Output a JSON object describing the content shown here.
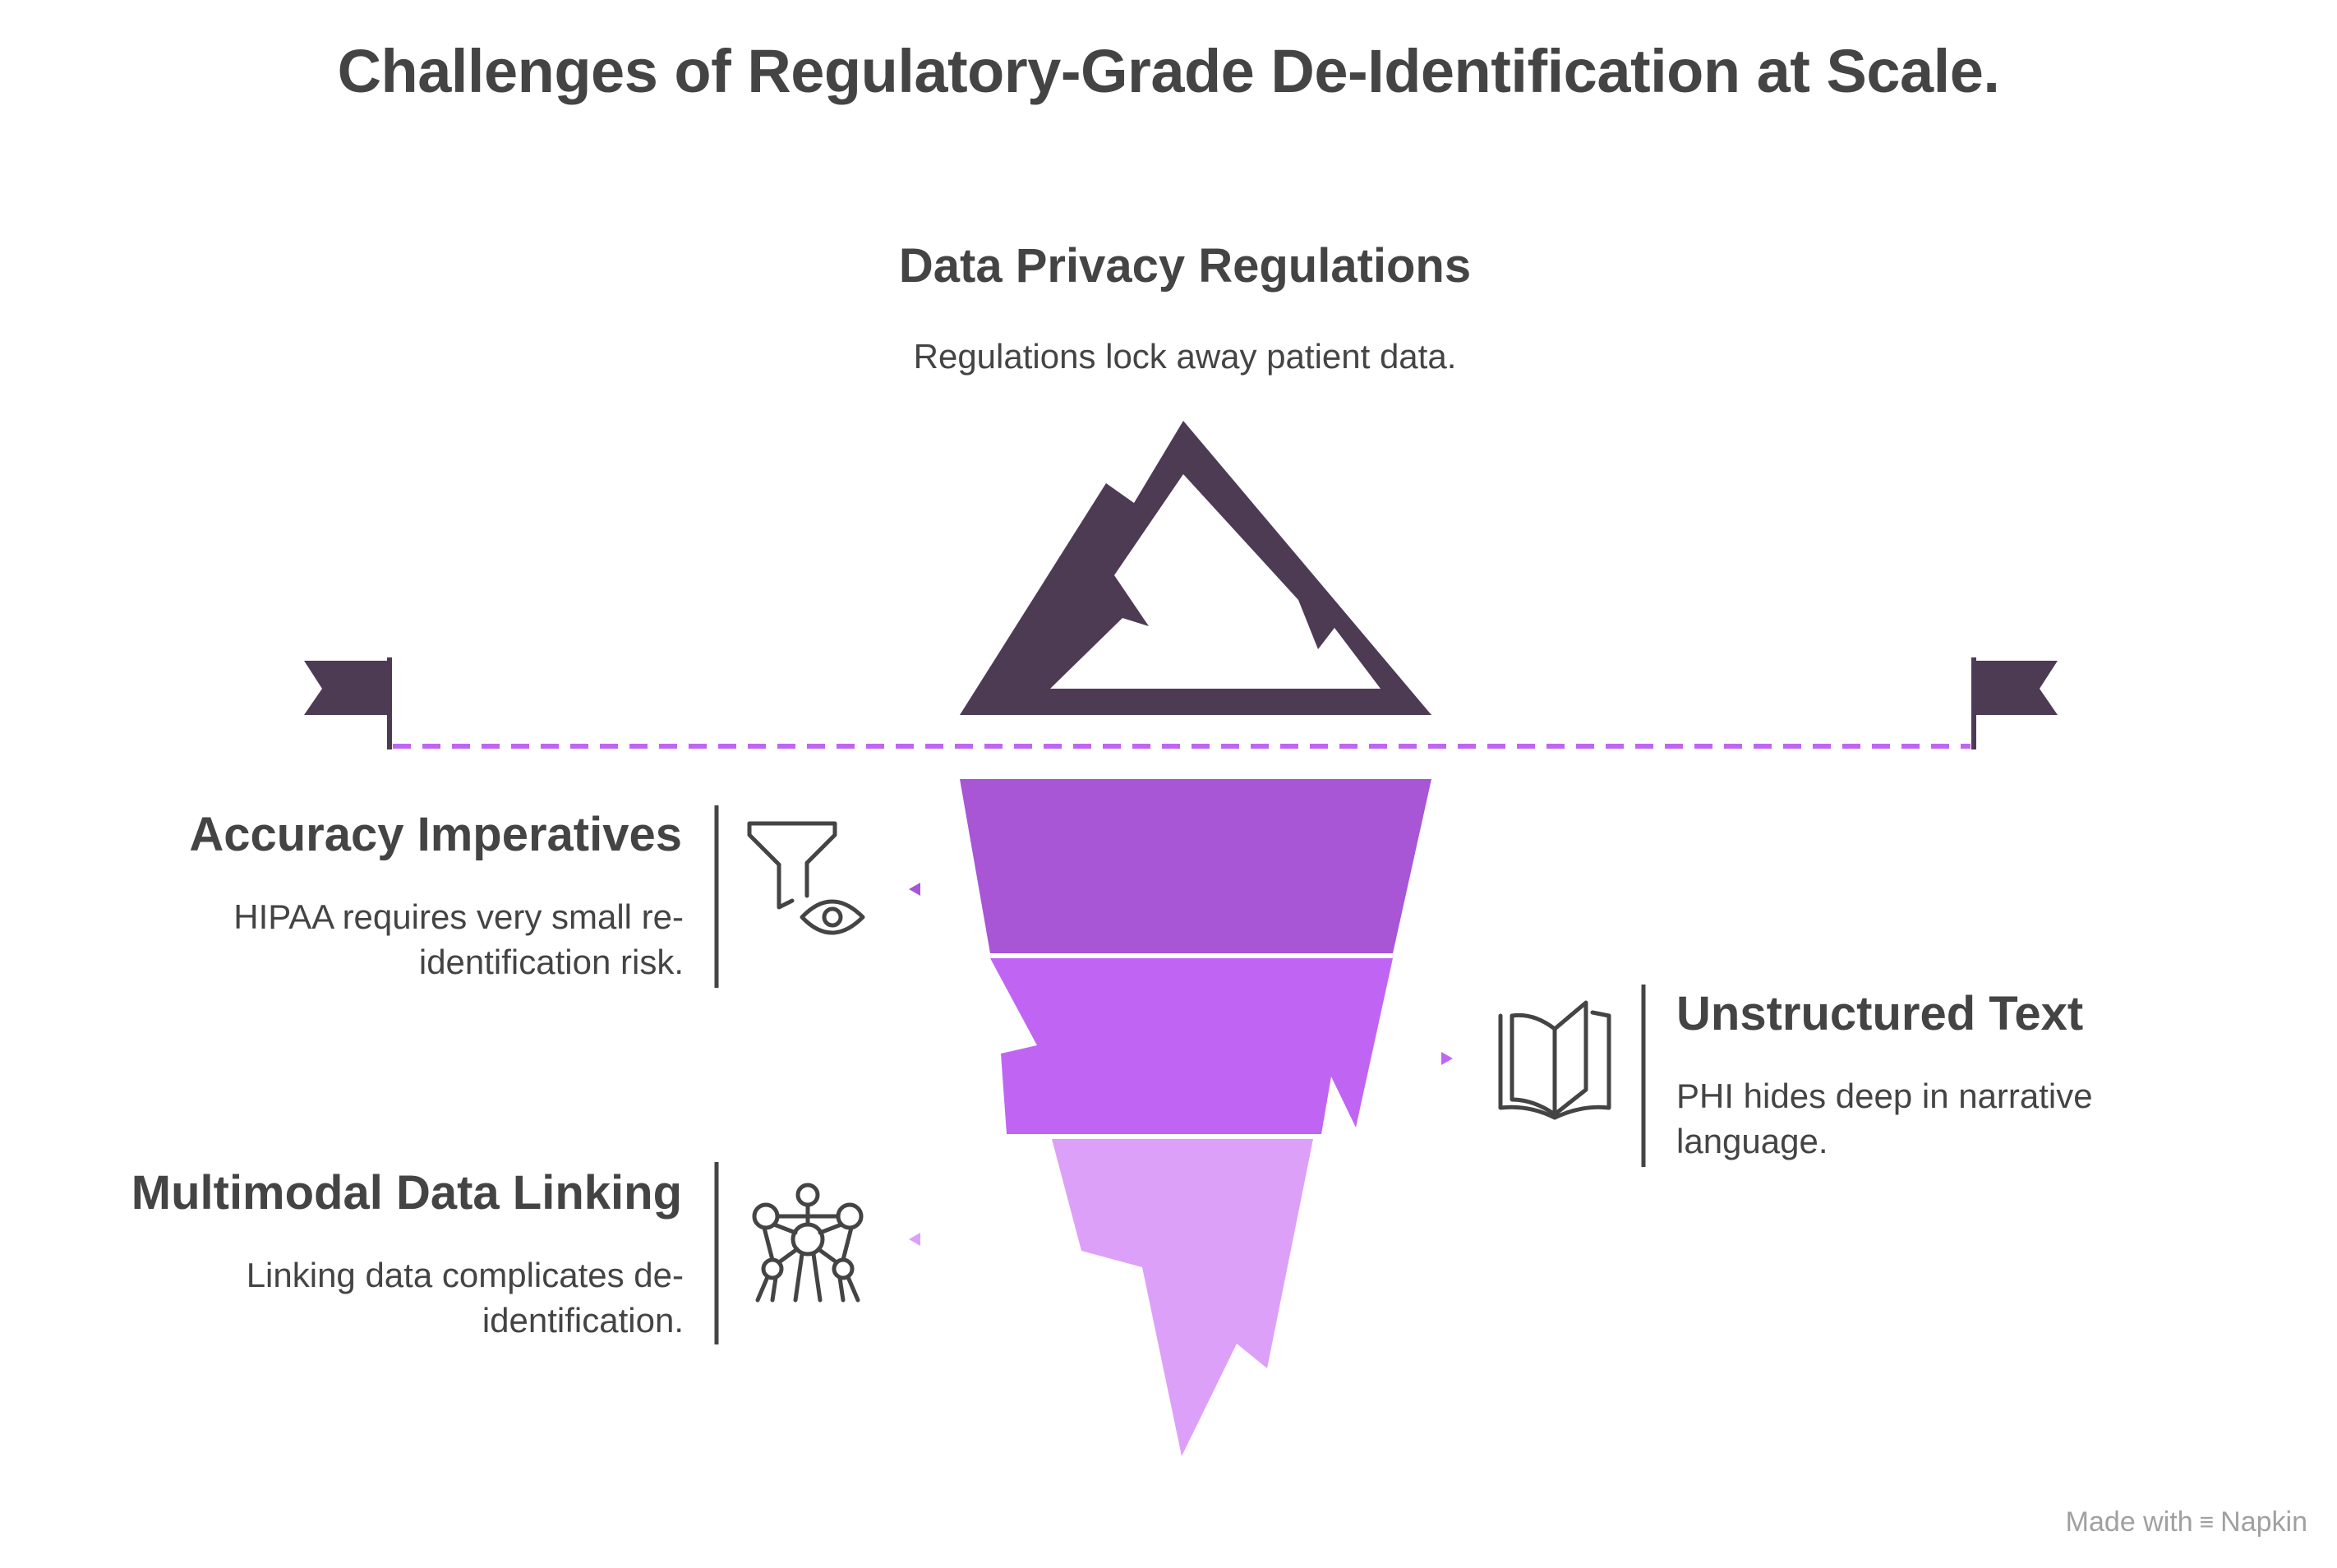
{
  "title": "Challenges of Regulatory-Grade De-Identification at Scale.",
  "top": {
    "heading": "Data Privacy Regulations",
    "description": "Regulations lock away patient data."
  },
  "items": [
    {
      "heading": "Accuracy Imperatives",
      "description": "HIPAA requires very small re-identification risk.",
      "icon": "filter-eye-icon",
      "color": "#a855d6"
    },
    {
      "heading": "Unstructured Text",
      "description": "PHI hides deep in narrative language.",
      "icon": "open-book-icon",
      "color": "#c065f3"
    },
    {
      "heading": "Multimodal Data Linking",
      "description": "Linking data complicates de-identification.",
      "icon": "network-icon",
      "color": "#dda0f8"
    }
  ],
  "colors": {
    "mountain": "#4d3b54",
    "waterline": "#c065f3",
    "text": "#444444"
  },
  "footer": {
    "made_with": "Made with",
    "brand": "Napkin"
  }
}
